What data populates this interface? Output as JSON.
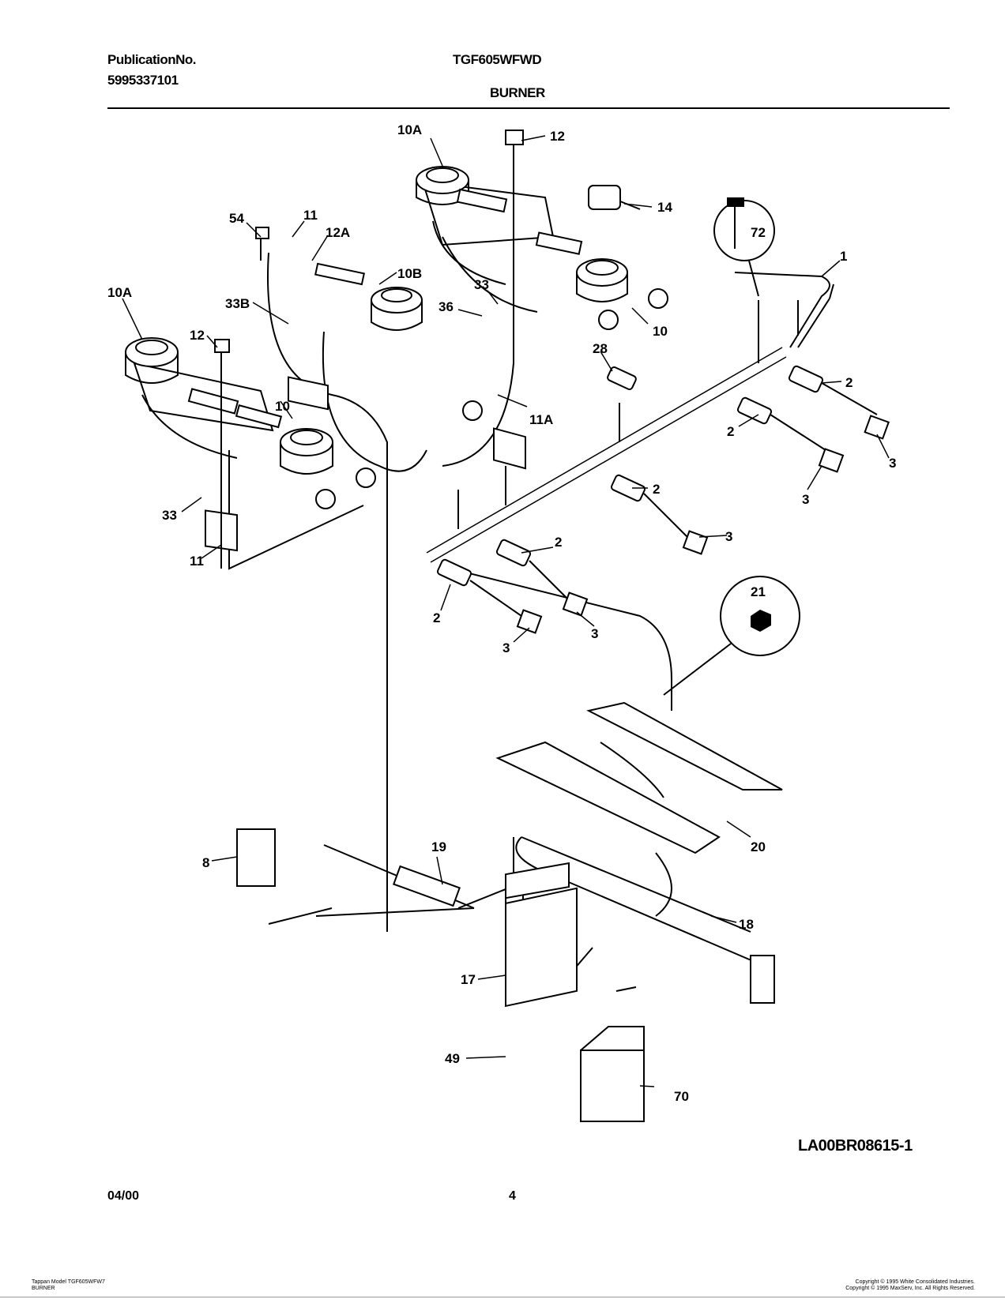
{
  "header": {
    "publication_label": "PublicationNo.",
    "publication_number": "5995337101",
    "model": "TGF605WFWD",
    "section": "BURNER"
  },
  "callouts": {
    "c10A_top": "10A",
    "c12_top": "12",
    "c14": "14",
    "c72": "72",
    "c1": "1",
    "c54": "54",
    "c11_top": "11",
    "c12A": "12A",
    "c10B": "10B",
    "c33_top": "33",
    "c36": "36",
    "c33B": "33B",
    "c10A_left": "10A",
    "c12_left": "12",
    "c10_right": "10",
    "c28": "28",
    "c2_a": "2",
    "c2_b": "2",
    "c3_a": "3",
    "c3_b": "3",
    "c10_left": "10",
    "c11A": "11A",
    "c2_c": "2",
    "c3_c": "3",
    "c33_left": "33",
    "c11_left": "11",
    "c2_d": "2",
    "c2_e": "2",
    "c3_d": "3",
    "c3_e": "3",
    "c21": "21",
    "c20": "20",
    "c8": "8",
    "c19": "19",
    "c18": "18",
    "c17": "17",
    "c49": "49",
    "c70": "70"
  },
  "footer": {
    "diagram_code": "LA00BR08615-1",
    "date": "04/00",
    "page": "4",
    "left_line1": "Tappan Model TGF605WFW7",
    "left_line2": "BURNER",
    "right_line1": "Copyright © 1995 White Consolidated Industries.",
    "right_line2": "Copyright © 1995 MaxServ, Inc.  All Rights Reserved."
  }
}
